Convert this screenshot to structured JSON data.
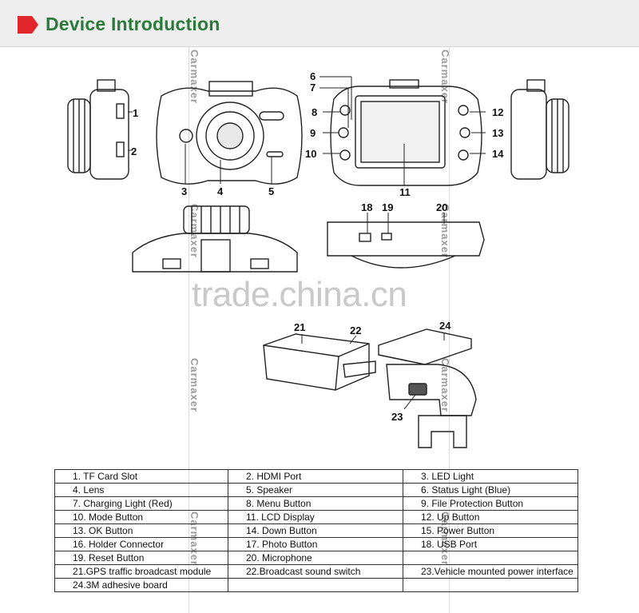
{
  "header": {
    "title": "Device Introduction",
    "accent_color": "#e0262b",
    "title_color": "#2a7a3a"
  },
  "watermarks": {
    "vertical": "Carmaxer",
    "site": "trade.china.cn"
  },
  "callouts": [
    "1",
    "2",
    "3",
    "4",
    "5",
    "6",
    "7",
    "8",
    "9",
    "10",
    "11",
    "12",
    "13",
    "14",
    "18",
    "19",
    "20",
    "21",
    "22",
    "23",
    "24"
  ],
  "legend": {
    "rows": [
      [
        "1. TF Card Slot",
        "2. HDMI Port",
        "3. LED Light"
      ],
      [
        "4. Lens",
        "5. Speaker",
        "6. Status Light (Blue)"
      ],
      [
        "7. Charging Light (Red)",
        "8. Menu Button",
        "9. File Protection Button"
      ],
      [
        "10. Mode Button",
        "11. LCD Display",
        "12. Up Button"
      ],
      [
        "13. OK Button",
        "14. Down Button",
        "15. Power Button"
      ],
      [
        "16. Holder Connector",
        "17. Photo Button",
        "18. USB Port"
      ],
      [
        "19. Reset Button",
        "20. Microphone",
        ""
      ],
      [
        "21.GPS traffic broadcast module",
        "22.Broadcast sound switch",
        "23.Vehicle mounted power interface"
      ],
      [
        "24.3M adhesive board",
        "",
        ""
      ]
    ]
  }
}
